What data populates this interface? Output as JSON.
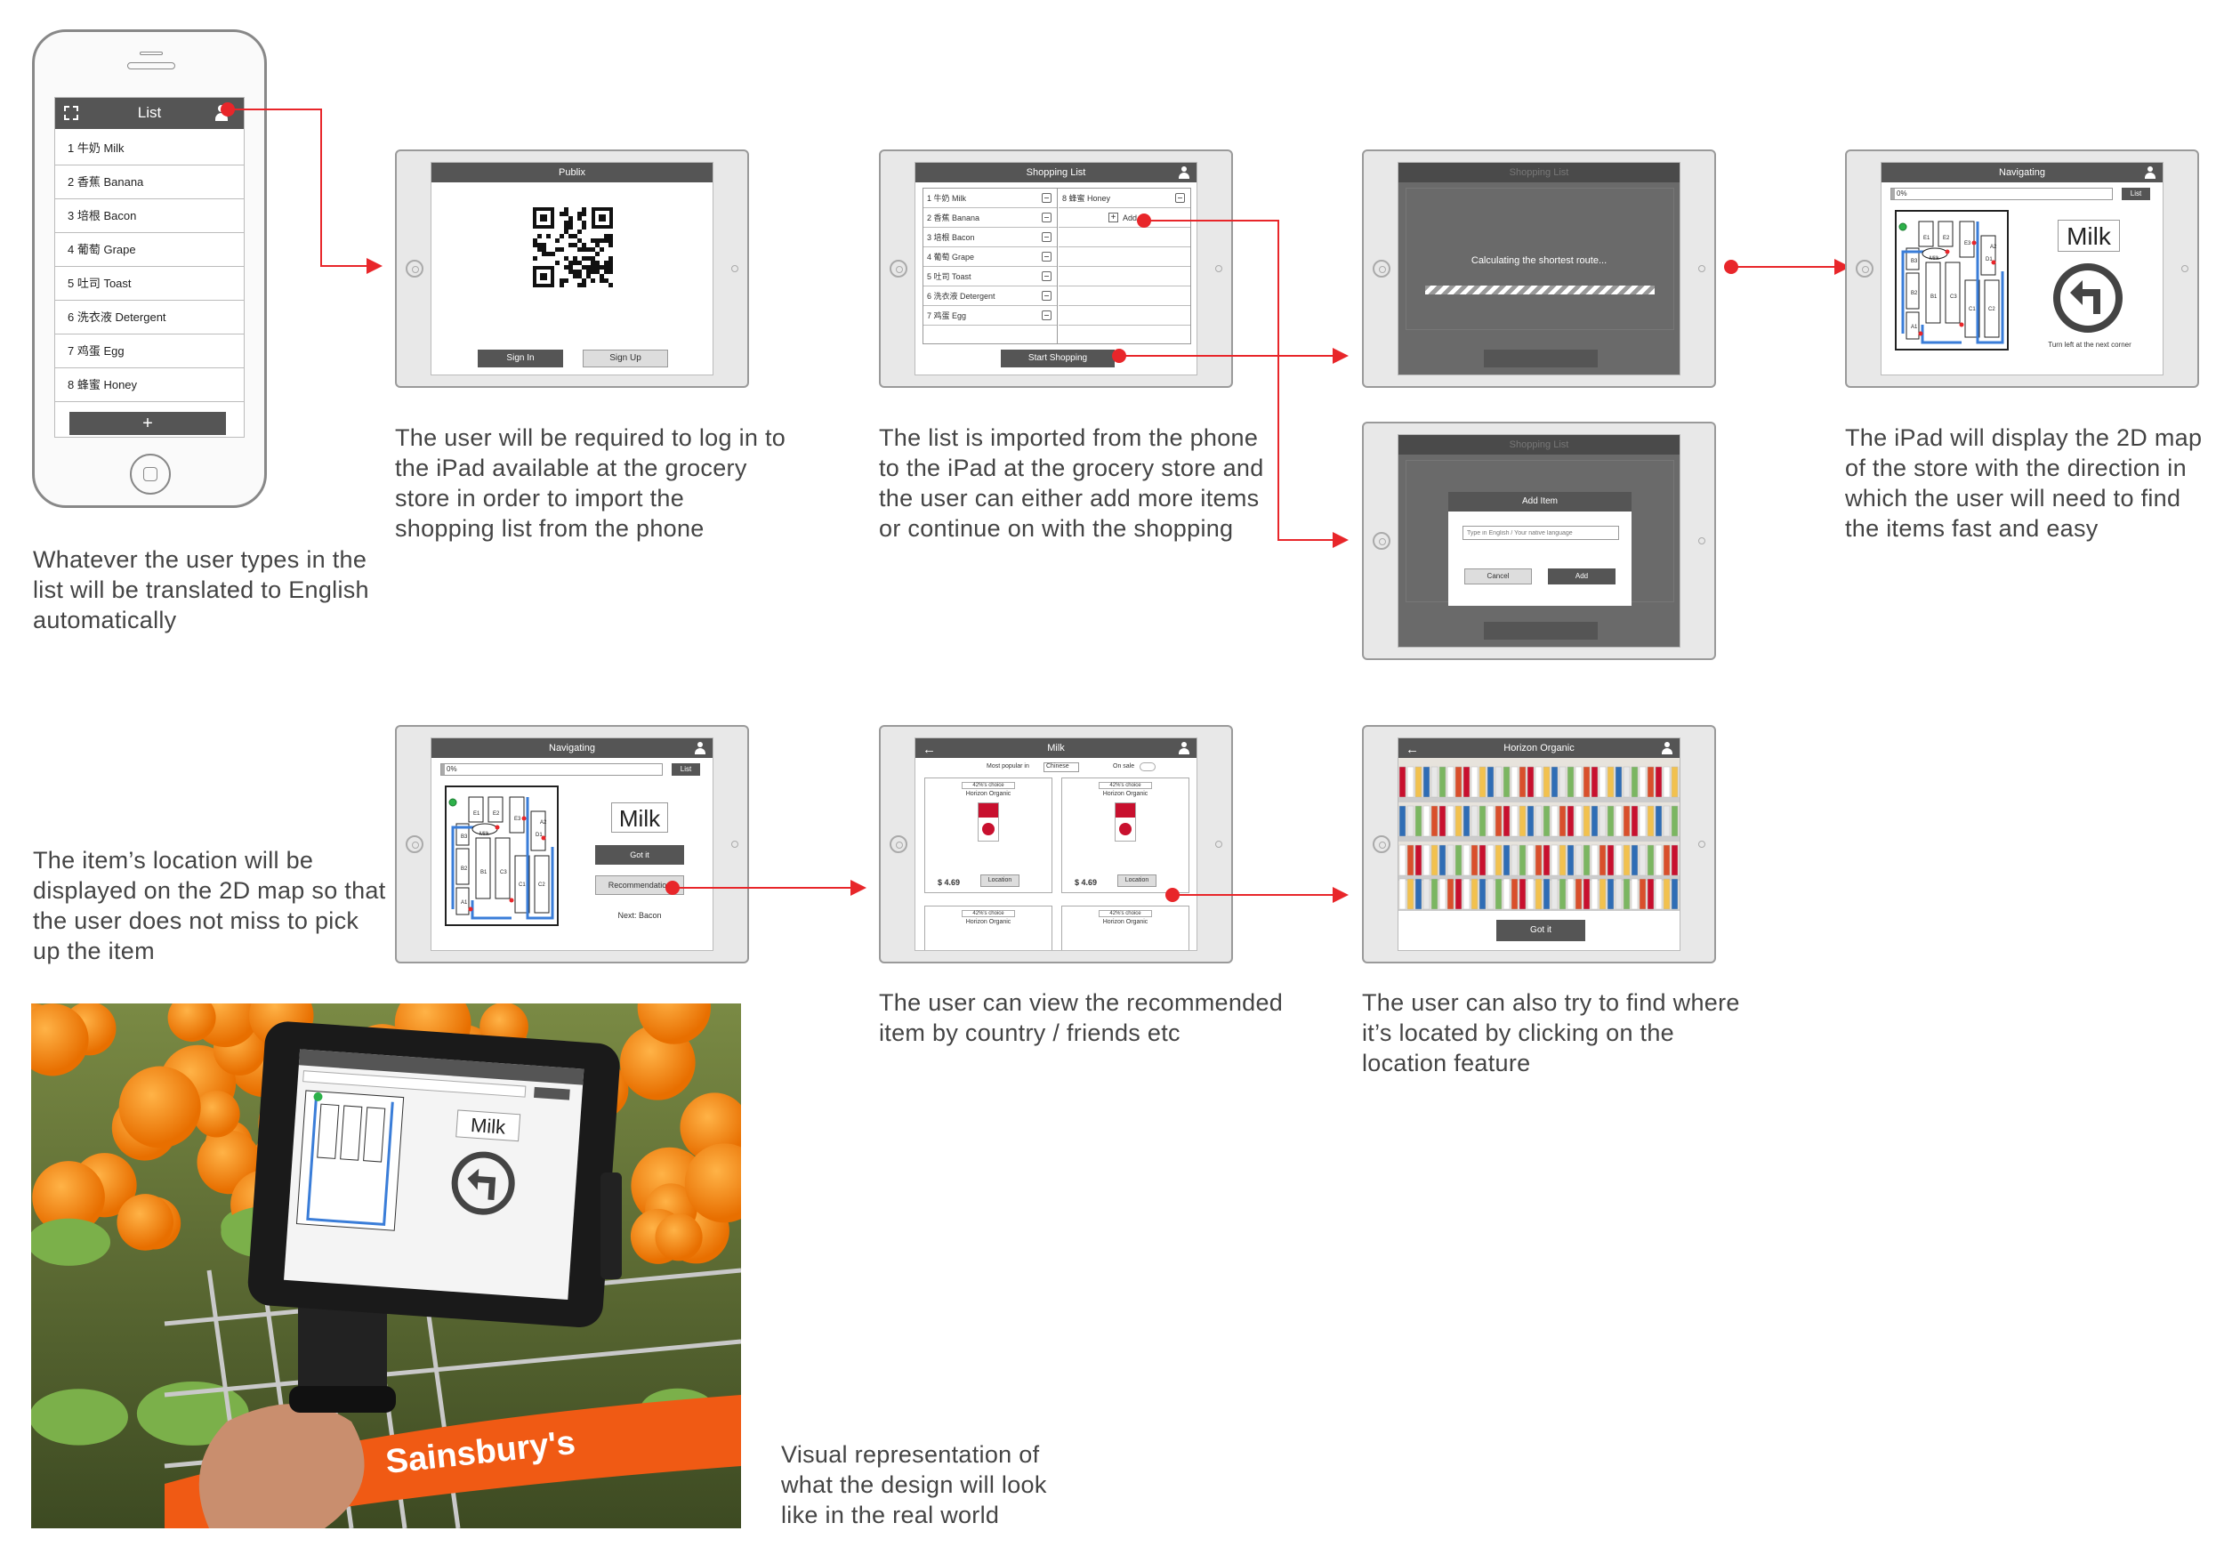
{
  "phone": {
    "header_title": "List",
    "items": [
      "1 牛奶 Milk",
      "2 香蕉 Banana",
      "3 培根 Bacon",
      "4 葡萄 Grape",
      "5 吐司 Toast",
      "6 洗衣液 Detergent",
      "7 鸡蛋 Egg",
      "8 蜂蜜 Honey"
    ],
    "add_label": "+"
  },
  "captions": {
    "phone": "Whatever the user types in the list will be translated to English automatically",
    "login": "The user will be required to log in to the iPad available at the grocery store in order to import the shopping list from the phone",
    "list": "The list is imported from the phone to the iPad at the grocery store and the user can either add more items or continue on with the shopping",
    "navigate": "The iPad will display the 2D map of the store with the direction in which the user will need to find the items fast and easy",
    "location": "The item’s location will be displayed on the 2D map so that the user does not miss to pick up the item",
    "recommend": "The user can view the recommended item by country / friends etc",
    "find": "The user can also try to find where it’s located by clicking on the location feature",
    "photo": "Visual representation of what the design will look like in the real world"
  },
  "login_screen": {
    "title": "Publix",
    "sign_in": "Sign In",
    "sign_up": "Sign Up"
  },
  "shopping_list": {
    "title": "Shopping List",
    "left_items": [
      "1 牛奶 Milk",
      "2 香蕉 Banana",
      "3 培根 Bacon",
      "4 葡萄 Grape",
      "5 吐司 Toast",
      "6 洗衣液 Detergent",
      "7 鸡蛋 Egg"
    ],
    "right_item": "8 蜂蜜 Honey",
    "add_label": "Add",
    "start_label": "Start Shopping"
  },
  "calculating": {
    "message": "Calculating the shortest route..."
  },
  "add_item": {
    "title": "Add Item",
    "placeholder": "Type in English / Your native language",
    "cancel": "Cancel",
    "add": "Add"
  },
  "navigating": {
    "title": "Navigating",
    "progress": "0%",
    "list_btn": "List",
    "item": "Milk",
    "instruction": "Turn left at the next corner",
    "got_it": "Got it",
    "recommendation": "Recommendation",
    "next": "Next: Bacon",
    "map_labels": [
      "E1",
      "E2",
      "E3",
      "D1",
      "C1",
      "C2",
      "C3",
      "B1",
      "B2",
      "B3",
      "A1",
      "A2",
      "Milk"
    ]
  },
  "milk_screen": {
    "title": "Milk",
    "popular_label": "Most popular in",
    "language": "Chinese",
    "on_sale": "On sale",
    "badge": "42%'s choice",
    "brand": "Horizon Organic",
    "price": "$ 4.69",
    "location_btn": "Location"
  },
  "horizon_screen": {
    "title": "Horizon Organic",
    "got_it": "Got it"
  },
  "photo_brand": "Sainsbury's",
  "colors": {
    "accent": "#e8262a",
    "header": "#555555"
  }
}
